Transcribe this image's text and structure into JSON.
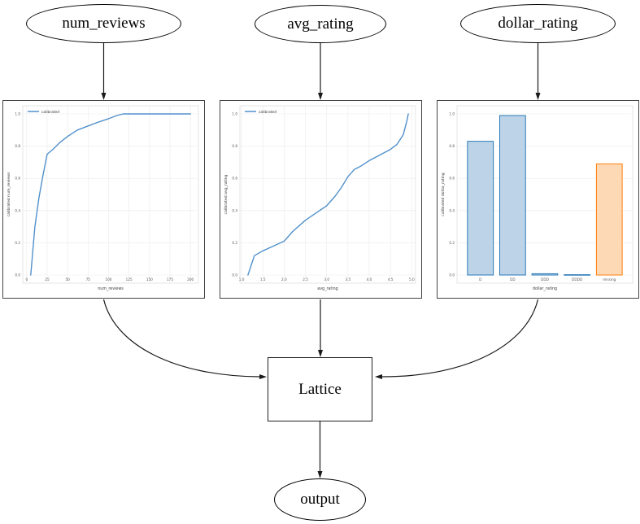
{
  "diagram": {
    "nodes": [
      {
        "id": "num_reviews",
        "label": "num_reviews",
        "shape": "ellipse"
      },
      {
        "id": "avg_rating",
        "label": "avg_rating",
        "shape": "ellipse"
      },
      {
        "id": "dollar_rating",
        "label": "dollar_rating",
        "shape": "ellipse"
      },
      {
        "id": "lattice",
        "label": "Lattice",
        "shape": "box"
      },
      {
        "id": "output",
        "label": "output",
        "shape": "ellipse"
      }
    ],
    "edges": [
      {
        "from": "num_reviews",
        "to": "calibrator-num_reviews"
      },
      {
        "from": "avg_rating",
        "to": "calibrator-avg_rating"
      },
      {
        "from": "dollar_rating",
        "to": "calibrator-dollar_rating"
      },
      {
        "from": "calibrator-num_reviews",
        "to": "lattice"
      },
      {
        "from": "calibrator-avg_rating",
        "to": "lattice"
      },
      {
        "from": "calibrator-dollar_rating",
        "to": "lattice"
      },
      {
        "from": "lattice",
        "to": "output"
      }
    ]
  },
  "chart_data": [
    {
      "id": "calibrator-num_reviews",
      "type": "line",
      "legend": [
        "calibrated"
      ],
      "xlabel": "num_reviews",
      "ylabel": "calibrated num_reviews",
      "xlim": [
        -4.75,
        209.75
      ],
      "ylim": [
        -0.05,
        1.05
      ],
      "x_ticks": [
        0,
        25,
        50,
        75,
        100,
        125,
        150,
        175,
        200
      ],
      "x_tick_labels": [
        "0",
        "25",
        "50",
        "75",
        "100",
        "125",
        "150",
        "175",
        "200"
      ],
      "y_ticks": [
        0.0,
        0.2,
        0.4,
        0.6,
        0.8,
        1.0
      ],
      "y_tick_labels": [
        "0.0",
        "0.2",
        "0.4",
        "0.6",
        "0.8",
        "1.0"
      ],
      "grid": true,
      "legend_position": "upper-left",
      "series": [
        {
          "name": "calibrated",
          "color": "#5191cb",
          "x": [
            5,
            10,
            15,
            20,
            25,
            32,
            40,
            50,
            62,
            75,
            88,
            100,
            110,
            118,
            140,
            170,
            200
          ],
          "y": [
            0.0,
            0.3,
            0.48,
            0.62,
            0.75,
            0.78,
            0.82,
            0.86,
            0.9,
            0.925,
            0.95,
            0.97,
            0.99,
            1.0,
            1.0,
            1.0,
            1.0
          ]
        }
      ]
    },
    {
      "id": "calibrator-avg_rating",
      "type": "line",
      "legend": [
        "calibrated"
      ],
      "xlabel": "avg_rating",
      "ylabel": "calibrated avg_rating",
      "xlim": [
        0.96,
        5.09
      ],
      "ylim": [
        -0.05,
        1.05
      ],
      "x_ticks": [
        1.0,
        1.5,
        2.0,
        2.5,
        3.0,
        3.5,
        4.0,
        4.5,
        5.0
      ],
      "x_tick_labels": [
        "1.0",
        "1.5",
        "2.0",
        "2.5",
        "3.0",
        "3.5",
        "4.0",
        "4.5",
        "5.0"
      ],
      "y_ticks": [
        0.0,
        0.2,
        0.4,
        0.6,
        0.8,
        1.0
      ],
      "y_tick_labels": [
        "0.0",
        "0.2",
        "0.4",
        "0.6",
        "0.8",
        "1.0"
      ],
      "grid": true,
      "legend_position": "upper-left",
      "series": [
        {
          "name": "calibrated",
          "color": "#5191cb",
          "x": [
            1.15,
            1.3,
            1.5,
            1.75,
            2.0,
            2.2,
            2.5,
            2.75,
            3.0,
            3.2,
            3.35,
            3.5,
            3.65,
            3.8,
            4.0,
            4.25,
            4.5,
            4.65,
            4.8,
            4.88,
            4.92
          ],
          "y": [
            0.0,
            0.12,
            0.15,
            0.18,
            0.21,
            0.27,
            0.34,
            0.385,
            0.43,
            0.49,
            0.545,
            0.61,
            0.655,
            0.675,
            0.71,
            0.745,
            0.78,
            0.81,
            0.87,
            0.95,
            1.0
          ]
        }
      ]
    },
    {
      "id": "calibrator-dollar_rating",
      "type": "bar",
      "xlabel": "dollar_rating",
      "ylabel": "calibrated dollar_rating",
      "categories": [
        "D",
        "DD",
        "DDD",
        "DDDD",
        "missing"
      ],
      "values": [
        0.83,
        0.99,
        0.008,
        0.002,
        0.69
      ],
      "bar_fill": [
        "#bdd4e8",
        "#bdd4e8",
        "#bdd4e8",
        "#bdd4e8",
        "#fed9b6"
      ],
      "bar_edge": [
        "#2979b9",
        "#2979b9",
        "#2979b9",
        "#2979b9",
        "#ff7f0e"
      ],
      "xlim": [
        -0.725,
        4.725
      ],
      "ylim": [
        0,
        1.05
      ],
      "y_ticks": [
        0.0,
        0.2,
        0.4,
        0.6,
        0.8,
        1.0
      ],
      "y_tick_labels": [
        "0.0",
        "0.2",
        "0.4",
        "0.6",
        "0.8",
        "1.0"
      ],
      "grid": true
    }
  ],
  "colors": {
    "edge": "#1a1a1a",
    "node_border": "#000000",
    "plot_border": "#444444",
    "grid": "#ebebeb",
    "axes_border": "#d9d9d9",
    "tick_label": "#555555",
    "axis_label": "#3a3a3a",
    "legend_text": "#333333"
  }
}
